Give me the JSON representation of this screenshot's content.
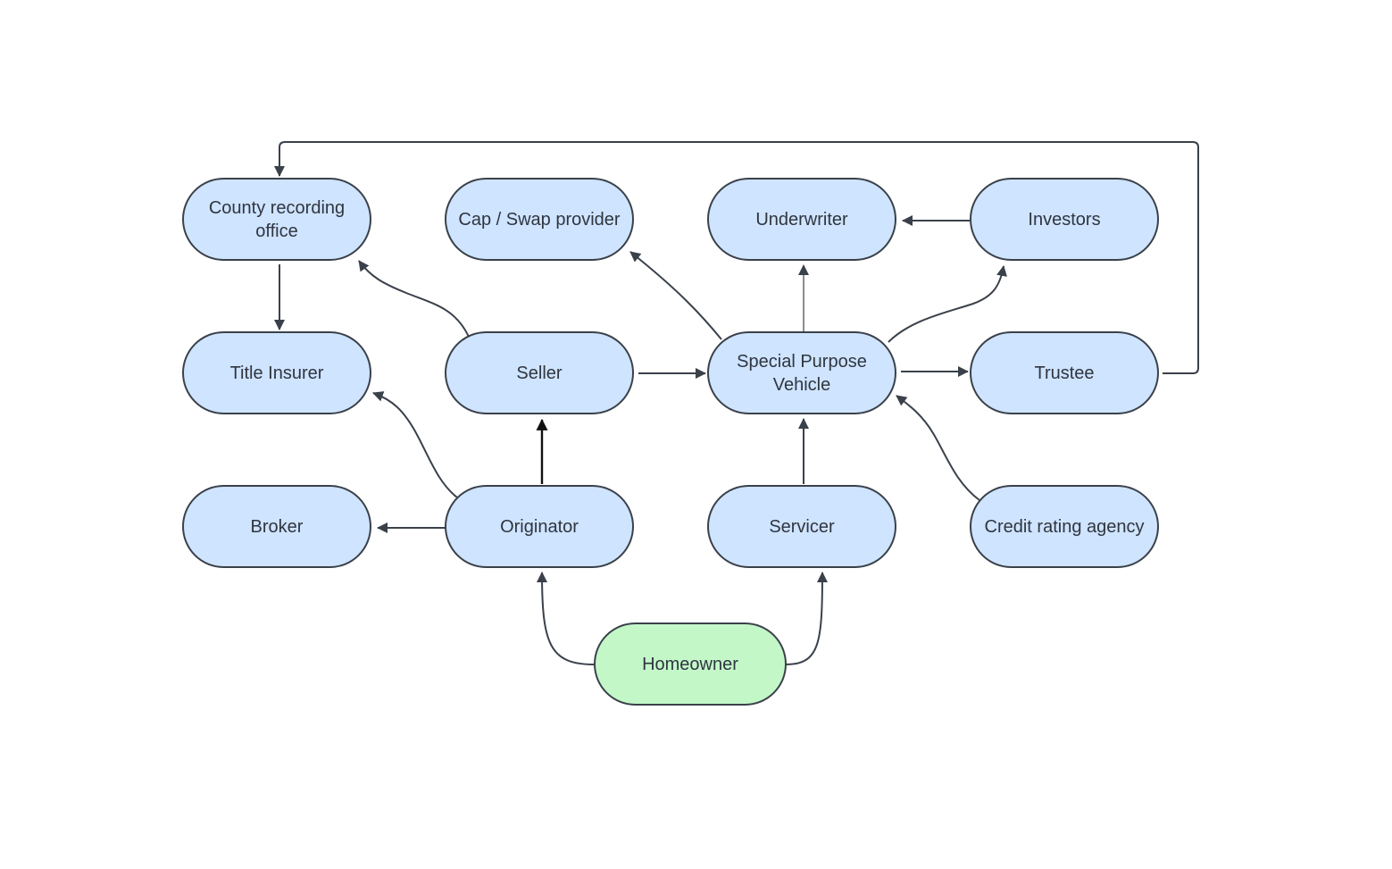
{
  "nodes": {
    "county": "County recording office",
    "cap_swap": "Cap / Swap provider",
    "underwriter": "Underwriter",
    "investors": "Investors",
    "title_insurer": "Title Insurer",
    "seller": "Seller",
    "spv": "Special Purpose Vehicle",
    "trustee": "Trustee",
    "broker": "Broker",
    "originator": "Originator",
    "servicer": "Servicer",
    "credit_rating": "Credit rating agency",
    "homeowner": "Homeowner"
  },
  "colors": {
    "node_fill": "#cfe4ff",
    "homeowner_fill": "#c3f7c8",
    "stroke": "#3a414a"
  }
}
